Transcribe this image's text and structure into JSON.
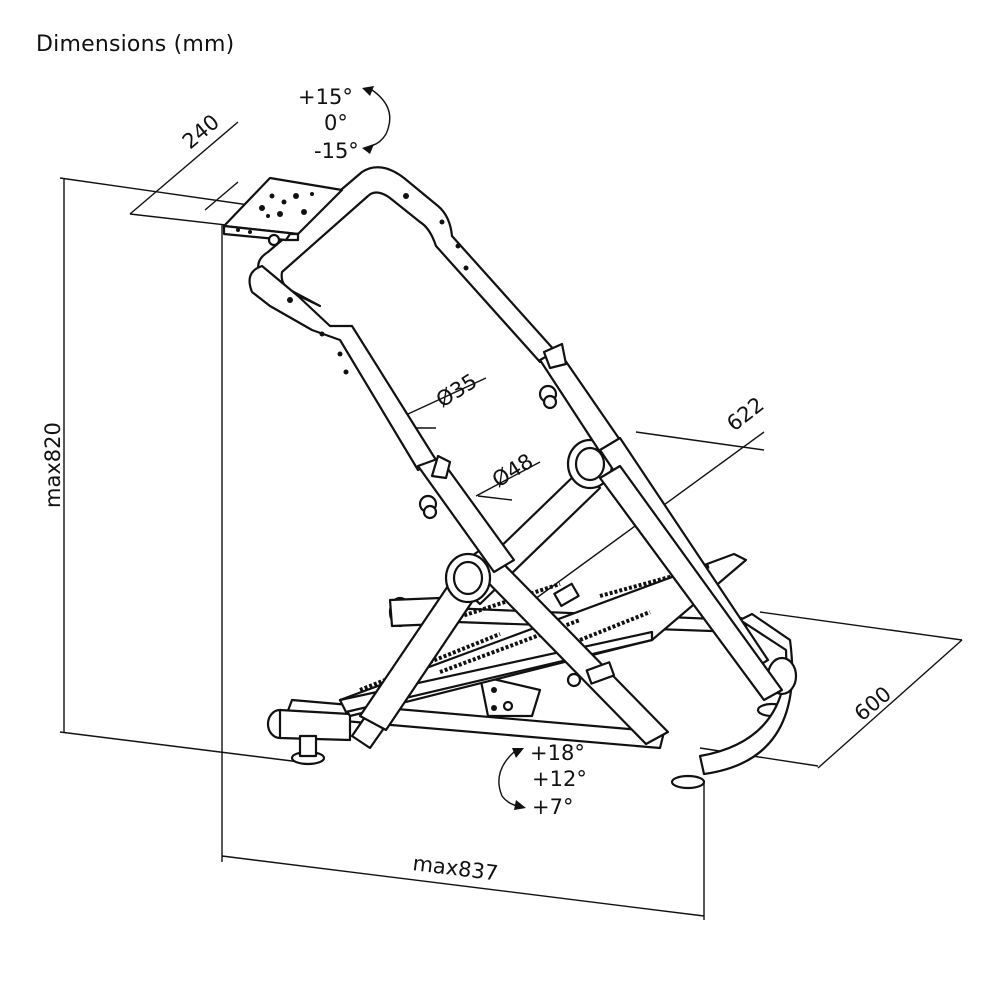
{
  "title": "Dimensions (mm)",
  "labels": {
    "plate_width": "240",
    "wheel_angles": [
      "+15°",
      "0°",
      "-15°"
    ],
    "upper_tube": "Ø35",
    "lower_tube": "Ø48",
    "depth_upper": "622",
    "base_depth": "600",
    "height": "max820",
    "width": "max837",
    "pedal_angles": [
      "+18°",
      "+12°",
      "+7°"
    ]
  },
  "colors": {
    "ink": "#111111",
    "background": "#ffffff"
  }
}
